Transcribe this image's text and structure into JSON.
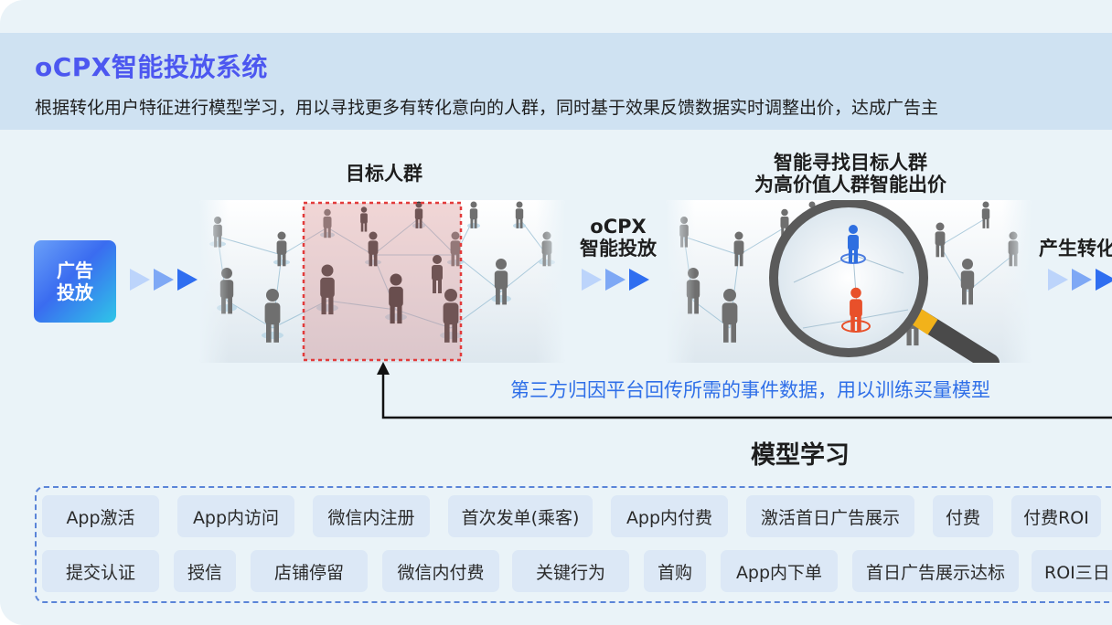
{
  "header": {
    "title": "oCPX智能投放系统",
    "description": "根据转化用户特征进行模型学习，用以寻找更多有转化意向的人群，同时基于效果反馈数据实时调整出价，达成广告主"
  },
  "flow": {
    "ad_button": {
      "line1": "广告",
      "line2": "投放"
    },
    "target_label": "目标人群",
    "ocpx_line1": "oCPX",
    "ocpx_line2": "智能投放",
    "smart_line1": "智能寻找目标人群",
    "smart_line2": "为高价值人群智能出价",
    "result_label": "产生转化",
    "feedback_text": "第三方归因平台回传所需的事件数据，用以训练买量模型",
    "model_title": "模型学习"
  },
  "tags_row1": [
    "App激活",
    "App内访问",
    "微信内注册",
    "首次发单(乘客)",
    "App内付费",
    "激活首日广告展示",
    "付费",
    "付费ROI"
  ],
  "tags_row2": [
    "提交认证",
    "授信",
    "店铺停留",
    "微信内付费",
    "关键行为",
    "首购",
    "App内下单",
    "首日广告展示达标",
    "ROI三日"
  ],
  "colors": {
    "accent": "#4c57f0",
    "header_bg": "#cfe2f2",
    "card_bg": "#eaf3f8",
    "feedback": "#2f6fe8",
    "tag_bg": "#dce8f6",
    "highlight": "#e23b3b"
  },
  "icons": [
    "triple-arrow-icon",
    "magnifier-icon",
    "person-icon",
    "up-arrow-icon"
  ]
}
